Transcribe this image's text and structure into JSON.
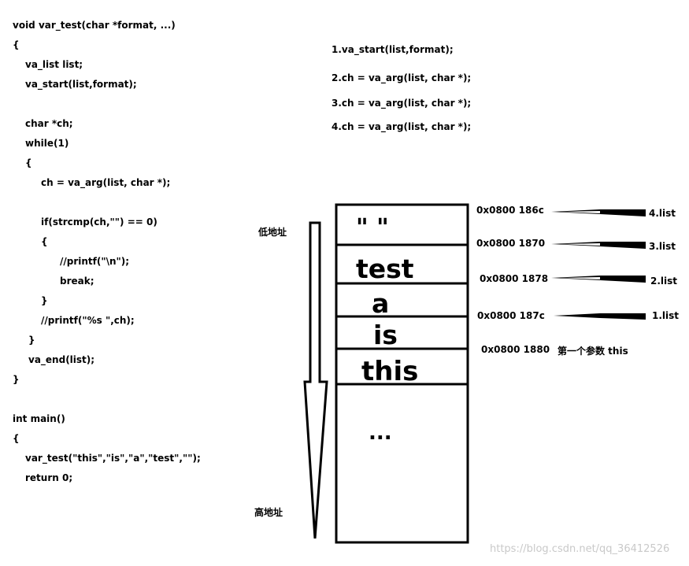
{
  "code": [
    "void var_test(char *format, ...)",
    "{",
    "va_list list;",
    "va_start(list,format);",
    "char *ch;",
    "while(1)",
    "{",
    "ch = va_arg(list, char *);",
    "if(strcmp(ch,\"\") == 0)",
    "{",
    "//printf(\"\\n\");",
    "break;",
    "}",
    "//printf(\"%s \",ch);",
    "}",
    "va_end(list);",
    "}",
    "int main()",
    "{",
    "var_test(\"this\",\"is\",\"a\",\"test\",\"\");",
    "return 0;"
  ],
  "steps": [
    "1.va_start(list,format);",
    "2.ch = va_arg(list, char *);",
    "3.ch = va_arg(list, char *);",
    "4.ch = va_arg(list, char *);"
  ],
  "stack": {
    "low_label": "低地址",
    "high_label": "高地址",
    "cells": [
      "\" \"",
      "test",
      "a",
      "is",
      "this",
      "..."
    ],
    "addresses": [
      "0x0800 186c",
      "0x0800 1870",
      "0x0800 1878",
      "0x0800 187c",
      "0x0800 1880"
    ],
    "list_labels": [
      "4.list",
      "3.list",
      "2.list",
      "1.list"
    ],
    "first_param_label": "第一个参数 this"
  },
  "watermark": "https://blog.csdn.net/qq_36412526"
}
